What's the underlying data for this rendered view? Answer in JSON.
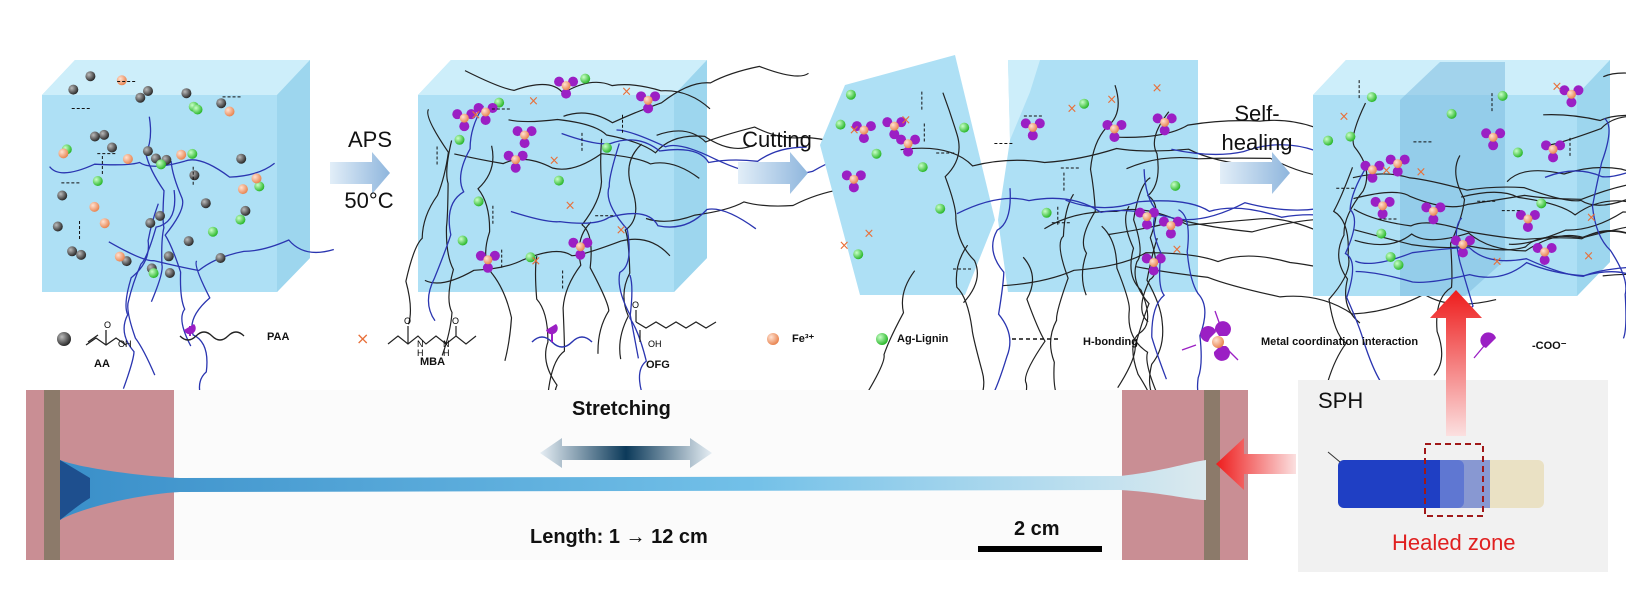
{
  "steps": {
    "aps": "APS",
    "temp": "50°C",
    "cutting": "Cutting",
    "self_healing_line1": "Self-",
    "self_healing_line2": "healing"
  },
  "legend": {
    "aa": "AA",
    "paa": "PAA",
    "mba": "MBA",
    "ofg": "OFG",
    "fe": "Fe³⁺",
    "ag_lignin": "Ag-Lignin",
    "h_bonding": "H-bonding",
    "metal_coord": "Metal coordination interaction",
    "coo": "-COO⁻",
    "chem_o": "O",
    "chem_oh": "OH",
    "chem_h": "H",
    "chem_n": "N"
  },
  "photo": {
    "stretching": "Stretching",
    "length": "Length: 1 → 12 cm",
    "scale": "2 cm",
    "sph": "SPH",
    "healed_zone": "Healed zone"
  },
  "colors": {
    "gel_blue": "#bfe6f5",
    "chain_black": "#222222",
    "chain_blue": "#2a35b0",
    "fe_orange": "#f2a07a",
    "ag_green": "#4cd24c",
    "aa_grey": "#444444",
    "coo_purple": "#9b1fc4",
    "crosslink_orange": "#e8703a",
    "arrow_red": "#ee1c1c",
    "healed_red": "#e02020"
  }
}
